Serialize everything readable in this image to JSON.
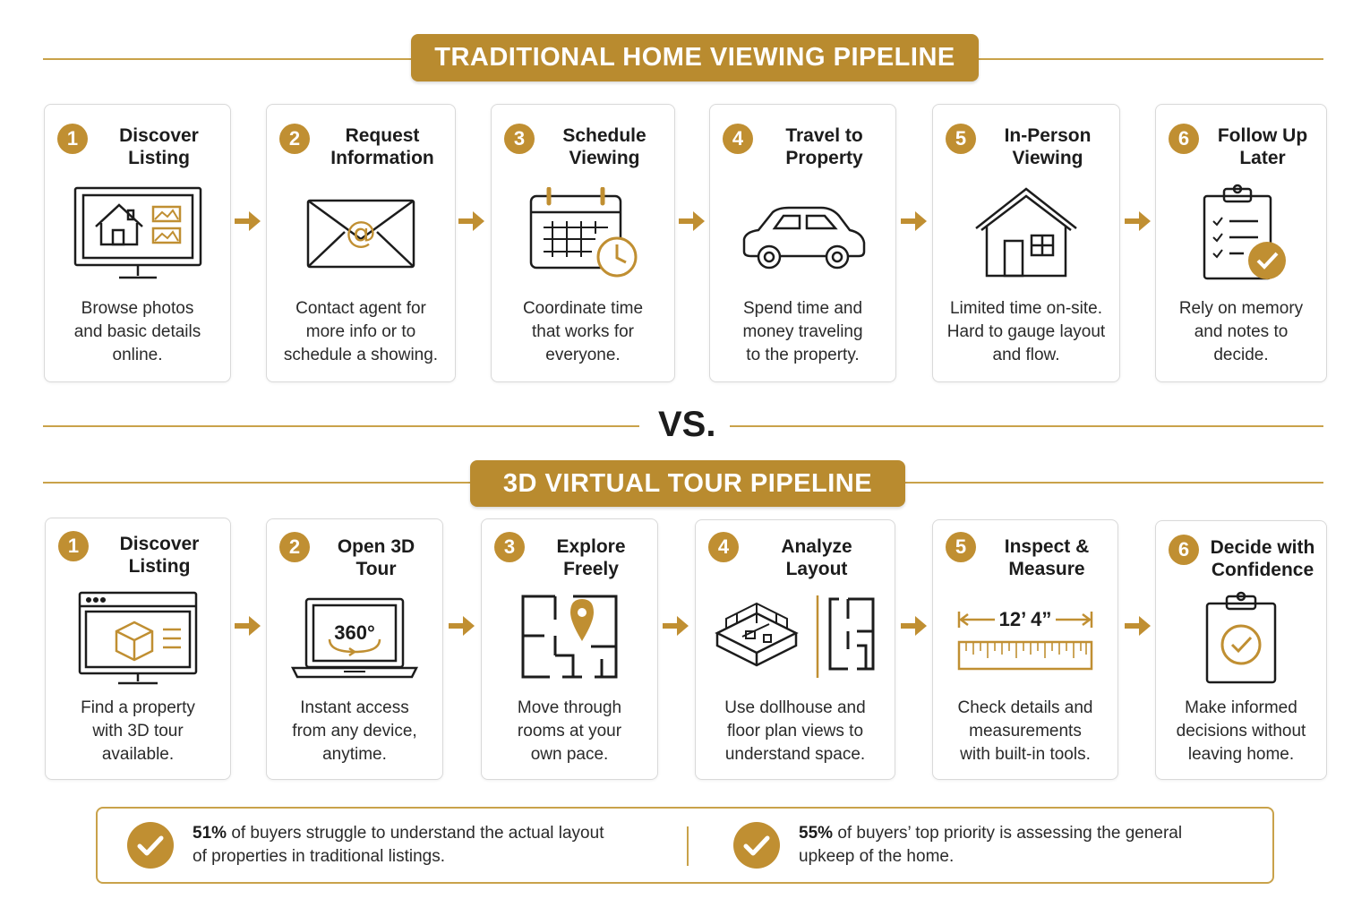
{
  "traditional": {
    "heading": "TRADITIONAL HOME VIEWING PIPELINE",
    "steps": [
      {
        "number": "1",
        "title_line1": "Discover",
        "title_line2": "Listing",
        "icon": "monitor-house-icon",
        "desc_line1": "Browse photos",
        "desc_line2": "and basic details",
        "desc_line3": "online."
      },
      {
        "number": "2",
        "title_line1": "Request",
        "title_line2": "Information",
        "icon": "envelope-at-icon",
        "desc_line1": "Contact agent for",
        "desc_line2": "more info or to",
        "desc_line3": "schedule a showing."
      },
      {
        "number": "3",
        "title_line1": "Schedule",
        "title_line2": "Viewing",
        "icon": "calendar-clock-icon",
        "desc_line1": "Coordinate time",
        "desc_line2": "that works for",
        "desc_line3": "everyone."
      },
      {
        "number": "4",
        "title_line1": "Travel to",
        "title_line2": "Property",
        "icon": "car-icon",
        "desc_line1": "Spend time and",
        "desc_line2": "money traveling",
        "desc_line3": "to the property."
      },
      {
        "number": "5",
        "title_line1": "In-Person",
        "title_line2": "Viewing",
        "icon": "house-icon",
        "desc_line1": "Limited time on-site.",
        "desc_line2": "Hard to gauge layout",
        "desc_line3": "and flow."
      },
      {
        "number": "6",
        "title_line1": "Follow Up",
        "title_line2": "Later",
        "icon": "clipboard-checklist-icon",
        "desc_line1": "Rely on memory",
        "desc_line2": "and notes to",
        "desc_line3": "decide."
      }
    ]
  },
  "vs_label": "VS.",
  "virtual": {
    "heading": "3D VIRTUAL TOUR PIPELINE",
    "steps": [
      {
        "number": "1",
        "title_line1": "Discover",
        "title_line2": "Listing",
        "icon": "monitor-3d-box-icon",
        "desc_line1": "Find a property",
        "desc_line2": "with 3D tour",
        "desc_line3": "available."
      },
      {
        "number": "2",
        "title_line1": "Open 3D",
        "title_line2": "Tour",
        "icon": "laptop-360-icon",
        "icon_text": "360°",
        "desc_line1": "Instant access",
        "desc_line2": "from any device,",
        "desc_line3": "anytime."
      },
      {
        "number": "3",
        "title_line1": "Explore",
        "title_line2": "Freely",
        "icon": "floorplan-pin-icon",
        "desc_line1": "Move through",
        "desc_line2": "rooms at your",
        "desc_line3": "own pace."
      },
      {
        "number": "4",
        "title_line1": "Analyze",
        "title_line2": "Layout",
        "icon": "dollhouse-floorplan-icon",
        "desc_line1": "Use dollhouse and",
        "desc_line2": "floor plan views to",
        "desc_line3": "understand space."
      },
      {
        "number": "5",
        "title_line1": "Inspect &",
        "title_line2": "Measure",
        "icon": "ruler-measure-icon",
        "icon_text": "12’ 4”",
        "desc_line1": "Check details and",
        "desc_line2": "measurements",
        "desc_line3": "with built-in tools."
      },
      {
        "number": "6",
        "title_line1": "Decide with",
        "title_line2": "Confidence",
        "icon": "clipboard-check-icon",
        "desc_line1": "Make informed",
        "desc_line2": "decisions without",
        "desc_line3": "leaving home."
      }
    ]
  },
  "stats": [
    {
      "percent": "51%",
      "line1": "of buyers struggle to understand the actual layout",
      "line2": "of properties in traditional listings."
    },
    {
      "percent": "55%",
      "line1": "of buyers’ top priority is assessing the general",
      "line2": "upkeep of the home."
    }
  ],
  "colors": {
    "accent": "#b98b2f",
    "accent_light": "#c9a24a",
    "badge": "#c08f32",
    "text": "#1c1c1c"
  }
}
